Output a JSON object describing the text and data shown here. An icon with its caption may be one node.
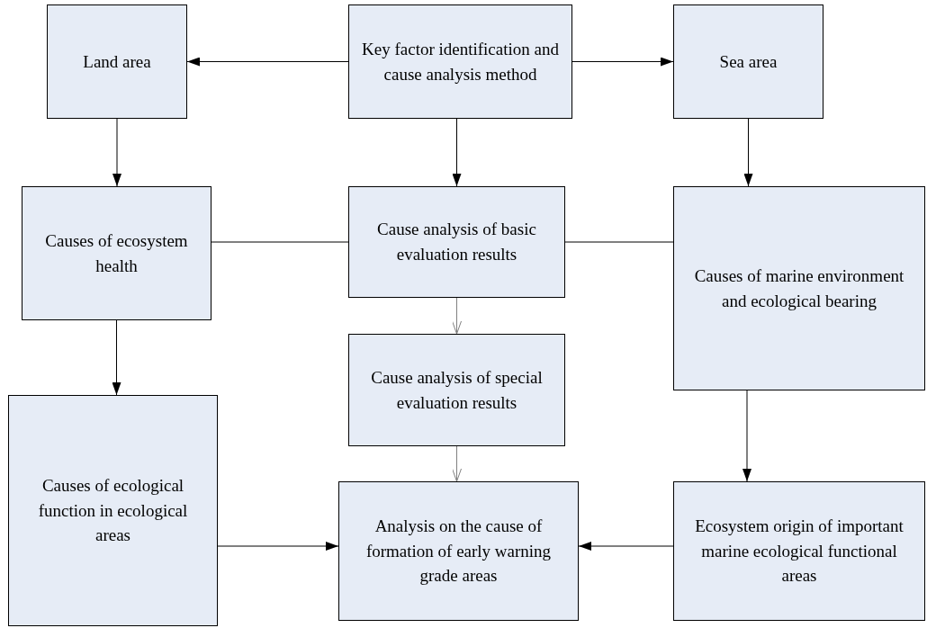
{
  "diagram": {
    "nodes": [
      {
        "text": [
          "Key factor identification and cause analysis method"
        ]
      },
      {
        "text": [
          "Land area"
        ]
      },
      {
        "text": [
          "Sea area"
        ]
      },
      {
        "text": [
          "Causes of ecosystem health"
        ]
      },
      {
        "text": [
          "Cause analysis of basic evaluation results"
        ]
      },
      {
        "text": [
          "Causes of marine environment and ecological bearing"
        ]
      },
      {
        "text": [
          "Cause analysis of special evaluation results"
        ]
      },
      {
        "text": [
          "Causes of ecological function in ecological areas"
        ]
      },
      {
        "text": [
          "Analysis on the cause of formation of early warning grade areas"
        ]
      },
      {
        "text": [
          "Ecosystem origin of important marine ecological functional areas"
        ]
      }
    ],
    "edges": [
      {
        "from": 0,
        "to": 1,
        "arrow": "to"
      },
      {
        "from": 0,
        "to": 2,
        "arrow": "to"
      },
      {
        "from": 1,
        "to": 3,
        "arrow": "to"
      },
      {
        "from": 0,
        "to": 4,
        "arrow": "to"
      },
      {
        "from": 2,
        "to": 5,
        "arrow": "to"
      },
      {
        "from": 3,
        "to": 4,
        "arrow": "none"
      },
      {
        "from": 4,
        "to": 5,
        "arrow": "none"
      },
      {
        "from": 4,
        "to": 6,
        "arrow": "to",
        "color": "#808080"
      },
      {
        "from": 3,
        "to": 7,
        "arrow": "to"
      },
      {
        "from": 5,
        "to": 9,
        "arrow": "to"
      },
      {
        "from": 6,
        "to": 8,
        "arrow": "to",
        "color": "#808080"
      },
      {
        "from": 7,
        "to": 8,
        "arrow": "to"
      },
      {
        "from": 9,
        "to": 8,
        "arrow": "to"
      }
    ]
  }
}
